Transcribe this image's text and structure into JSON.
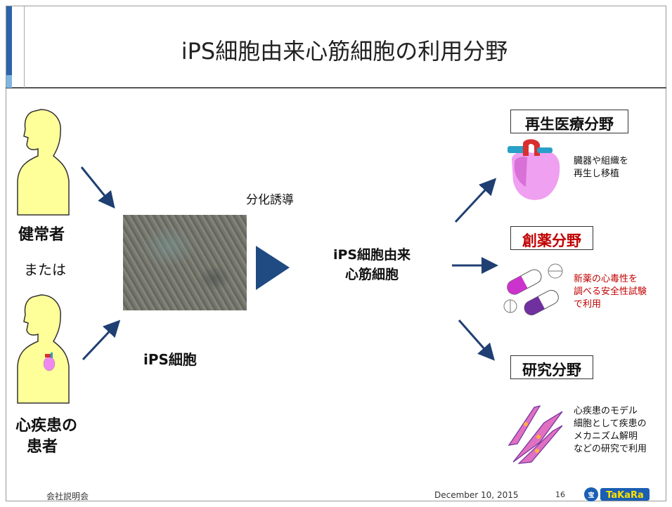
{
  "title": "iPS細胞由来心筋細胞の利用分野",
  "left": {
    "healthy_label": "健常者",
    "or_label": "または",
    "patient_label_line1": "心疾患の",
    "patient_label_line2": "患者"
  },
  "center": {
    "differentiation_label": "分化誘導",
    "ips_cell_label": "iPS細胞",
    "cardio_line1": "iPS細胞由来",
    "cardio_line2": "心筋細胞"
  },
  "fields": {
    "regen": {
      "title": "再生医療分野",
      "desc_line1": "臓器や組織を",
      "desc_line2": "再生し移植"
    },
    "drug": {
      "title": "創薬分野",
      "desc_line1": "新薬の心毒性を",
      "desc_line2": "調べる安全性試験",
      "desc_line3": "で利用",
      "color": "#c00000"
    },
    "research": {
      "title": "研究分野",
      "desc_line1": "心疾患のモデル",
      "desc_line2": "細胞として疾患の",
      "desc_line3": "メカニズム解明",
      "desc_line4": "などの研究で利用"
    }
  },
  "footer": {
    "company": "会社説明会",
    "date": "December 10, 2015",
    "page": "16",
    "logo": "TaKaRa"
  },
  "colors": {
    "arrow": "#1f3f73",
    "accent_dark": "#2d63a8",
    "accent_light": "#7fb6e0",
    "figure_fill": "#ffff99"
  }
}
